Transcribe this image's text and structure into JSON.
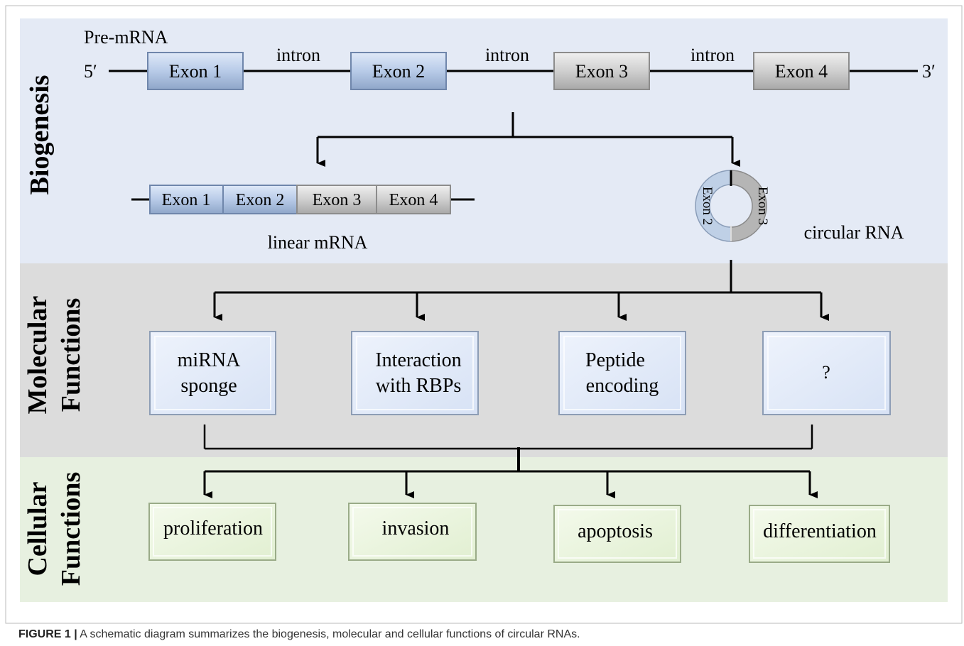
{
  "sections": {
    "biogenesis": "Biogenesis",
    "molecular": [
      "Molecular",
      "Functions"
    ],
    "cellular": [
      "Cellular",
      "Functions"
    ]
  },
  "pre_mrna": {
    "title": "Pre-mRNA",
    "five_prime": "5′",
    "three_prime": "3′",
    "exons": [
      "Exon 1",
      "Exon 2",
      "Exon 3",
      "Exon 4"
    ],
    "intron_label": "intron"
  },
  "linear_mrna": {
    "exons": [
      "Exon 1",
      "Exon 2",
      "Exon 3",
      "Exon 4"
    ],
    "label": "linear mRNA"
  },
  "circular_rna": {
    "label": "circular RNA",
    "left_exon": "Exon 2",
    "right_exon": "Exon 3"
  },
  "molecular_functions": [
    [
      "miRNA",
      "sponge"
    ],
    [
      "Interaction",
      "with RBPs"
    ],
    [
      "Peptide",
      "encoding"
    ],
    [
      "?"
    ]
  ],
  "cellular_functions": [
    "proliferation",
    "invasion",
    "apoptosis",
    "differentiation"
  ],
  "caption": {
    "label": "FIGURE 1 |",
    "text": " A schematic diagram summarizes the biogenesis, molecular and cellular functions of circular RNAs."
  },
  "colors": {
    "biogenesis_bg": "#e4eaf5",
    "molecular_bg": "#dcdcdc",
    "cellular_bg": "#e7f0e0",
    "exon_blue": "#b4c8e6",
    "exon_gray": "#cfcfcf",
    "mol_box": "#dde6f6",
    "cell_box": "#e8f3d8"
  }
}
